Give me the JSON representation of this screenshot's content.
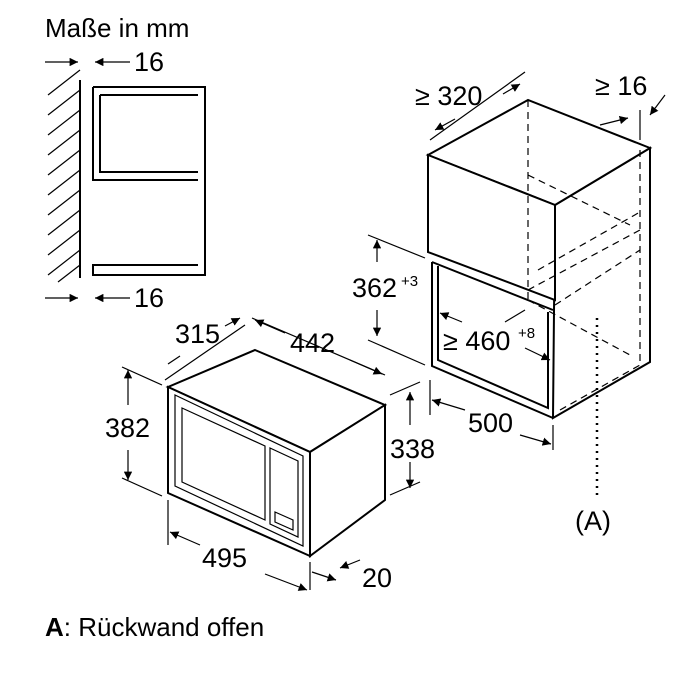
{
  "title": "Maße in mm",
  "wall_view": {
    "gap_top": "16",
    "gap_bottom": "16"
  },
  "cabinet": {
    "depth_min": "≥ 320",
    "side_gap_min": "≥ 16",
    "niche_height": "362",
    "niche_height_tol": "+3",
    "niche_width": "≥ 460",
    "niche_width_tol": "+8",
    "cabinet_depth": "500",
    "marker": "(A)"
  },
  "appliance": {
    "depth": "315",
    "width_body": "442",
    "height_front": "382",
    "height_body": "338",
    "width_front": "495",
    "frame_depth": "20"
  },
  "legend": {
    "key": "A",
    "text": ": Rückwand offen"
  }
}
